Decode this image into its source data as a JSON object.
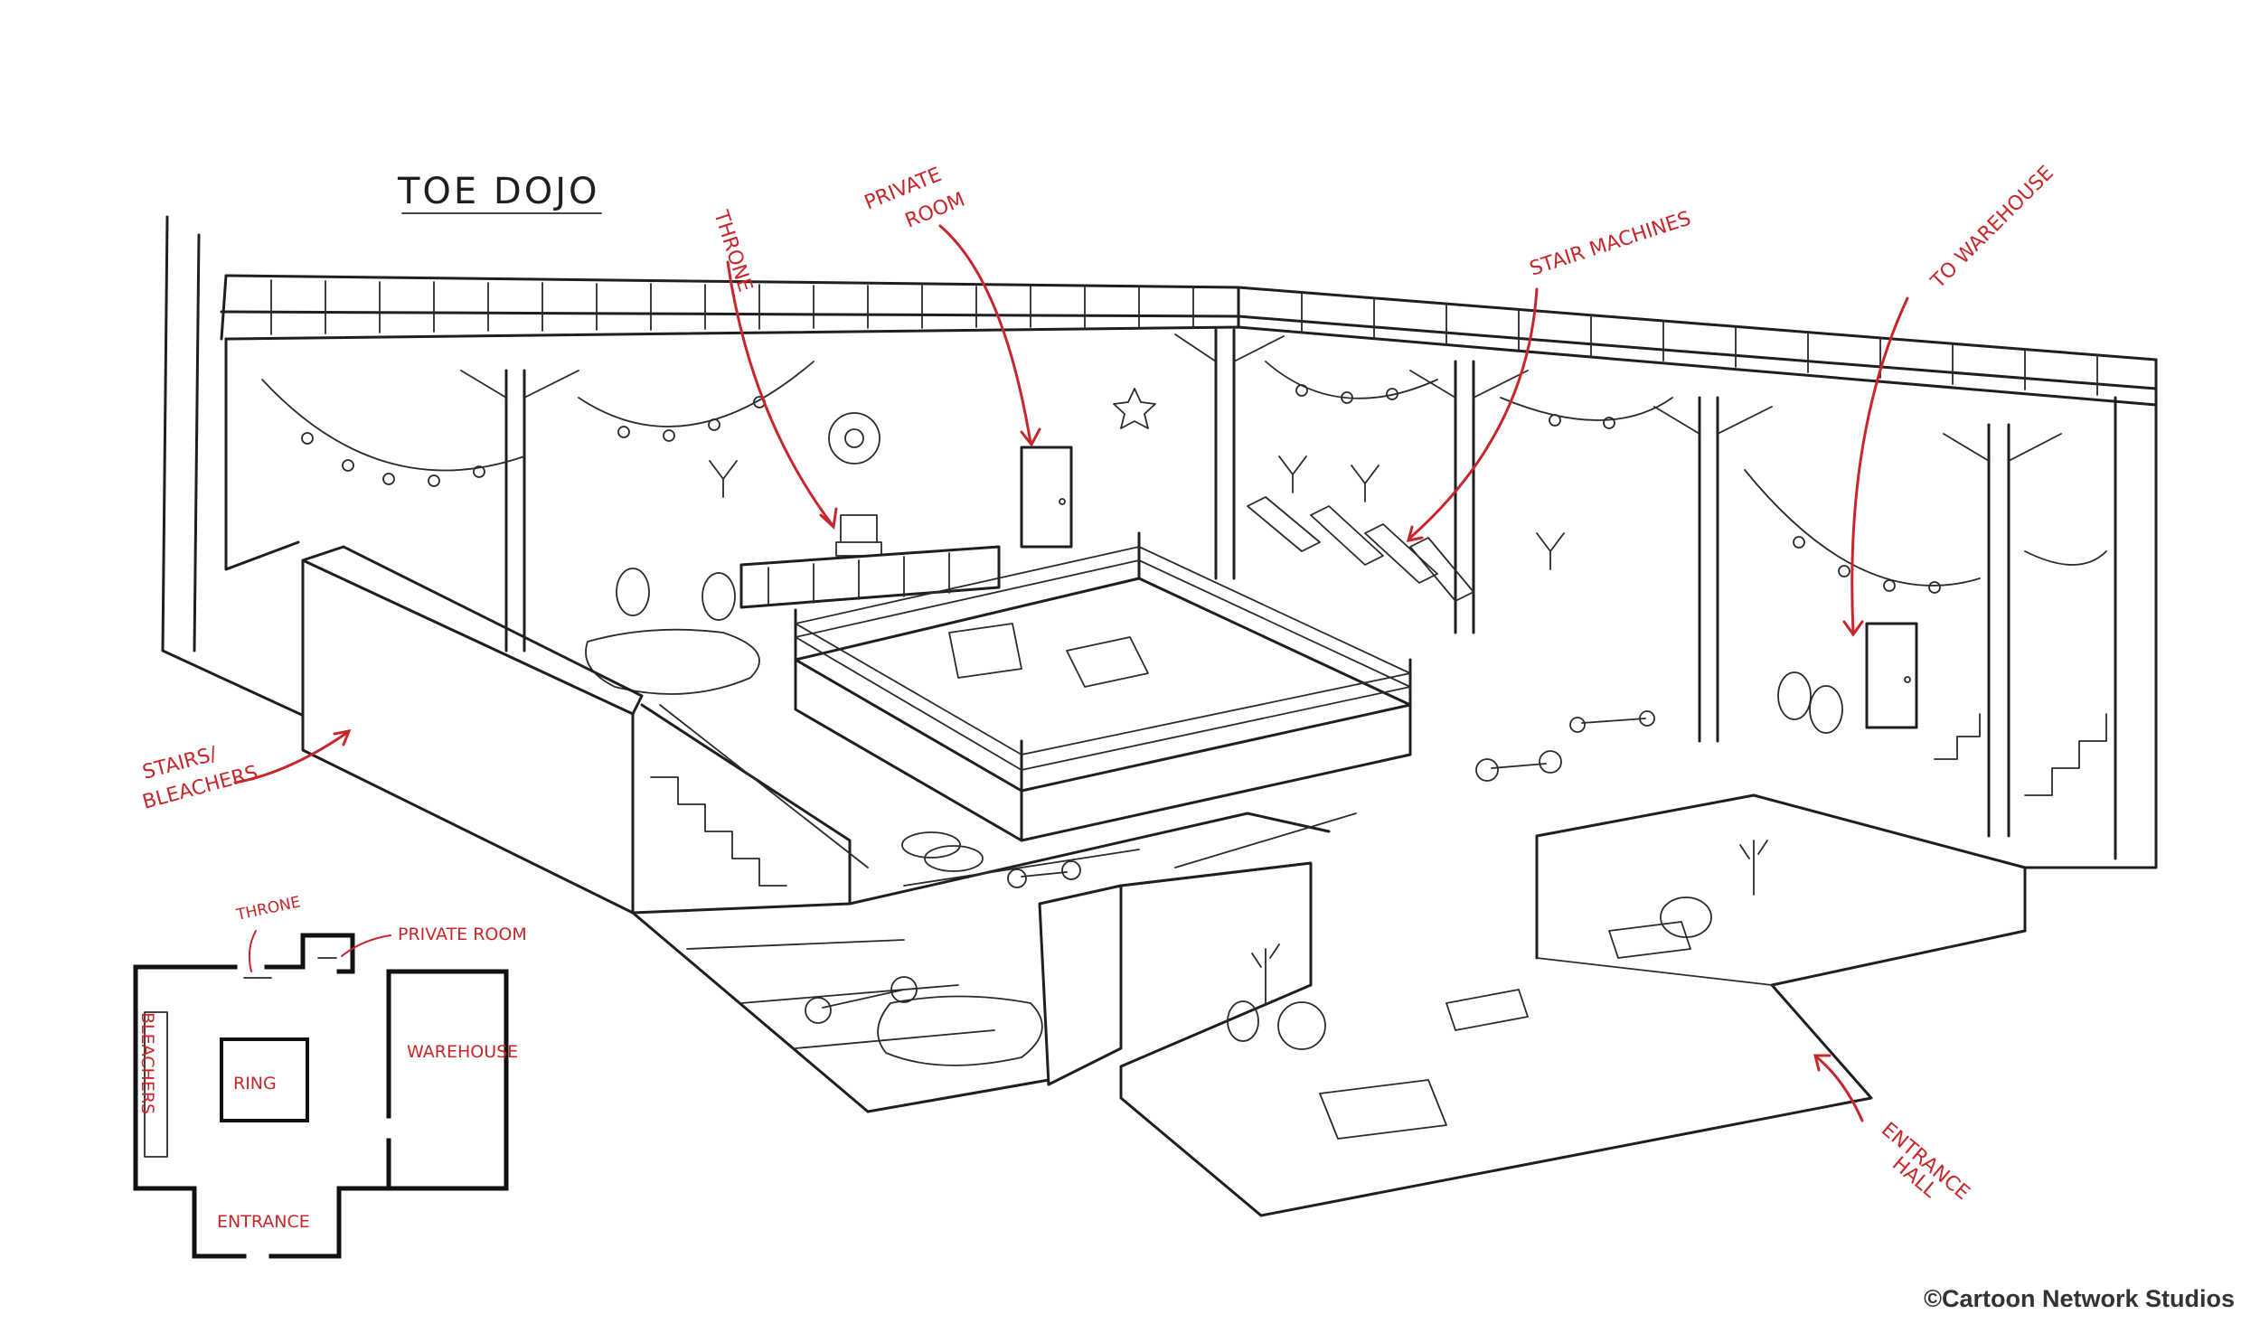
{
  "title": "TOE DOJO",
  "annotations": {
    "throne": "THRONE",
    "private_room_line1": "PRIVATE",
    "private_room_line2": "ROOM",
    "stair_machines": "STAIR MACHINES",
    "to_warehouse": "TO WAREHOUSE",
    "stairs_line1": "STAIRS/",
    "stairs_line2": "BLEACHERS",
    "entrance_hall_line1": "ENTRANCE",
    "entrance_hall_line2": "HALL"
  },
  "floor_plan": {
    "throne": "THRONE",
    "private_room": "PRIVATE ROOM",
    "bleachers": "BLEACHERS",
    "ring": "RING",
    "warehouse": "WAREHOUSE",
    "entrance": "ENTRANCE"
  },
  "credit": "©Cartoon Network Studios",
  "colors": {
    "annotation_red": "#c8262b",
    "ink": "#1f1f1f",
    "paper": "#ffffff"
  }
}
